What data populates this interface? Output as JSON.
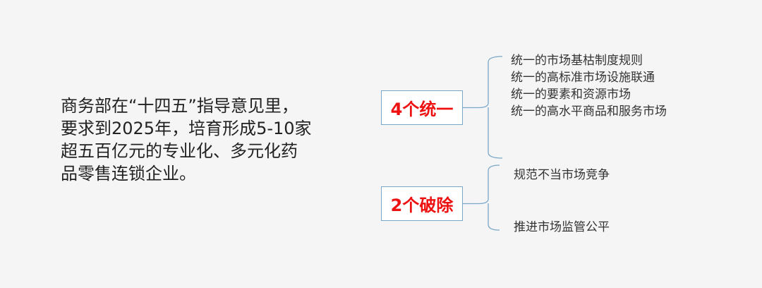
{
  "intro": {
    "lines": [
      "商务部在“十四五”指导意见里，",
      "要求到2025年，培育形成5-10家",
      "超五百亿元的专业化、多元化药",
      "品零售连锁企业。"
    ]
  },
  "nodes": [
    {
      "label": "4个统一",
      "items": [
        "统一的市场基枯制度规则",
        "统一的高标准市场设施联通",
        "统一的要素和资源市场",
        "统一的高水平商品和服务市场"
      ]
    },
    {
      "label": "2个破除",
      "items": [
        "规范不当市场竞争",
        "推进市场监管公平"
      ]
    }
  ],
  "colors": {
    "label": "#ee1111",
    "line": "#79a7c9",
    "text": "#222222",
    "background": "#f5f5f5"
  }
}
